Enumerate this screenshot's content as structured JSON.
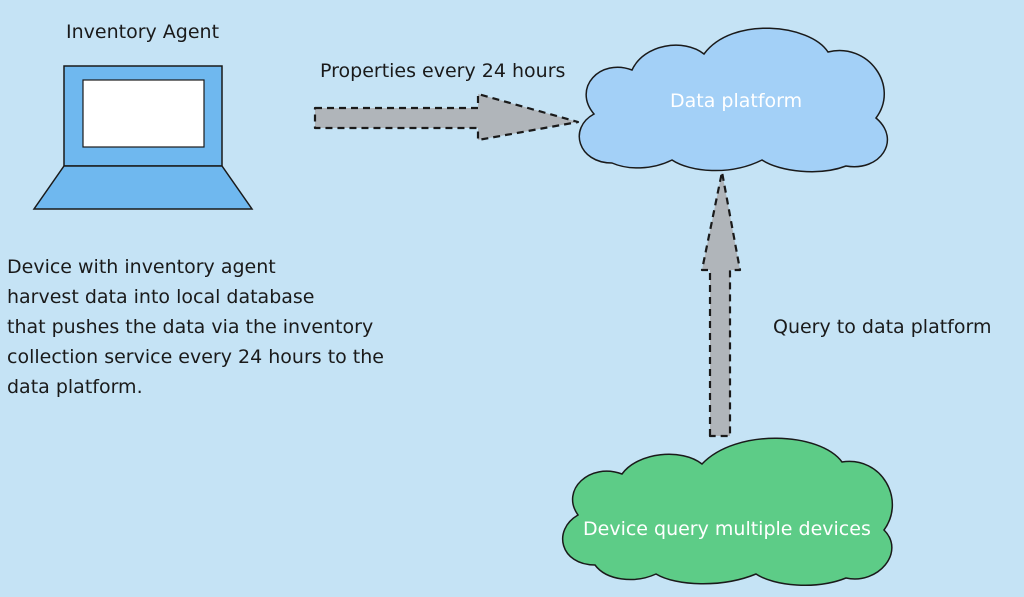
{
  "agent": {
    "title": "Inventory Agent",
    "description_lines": [
      "Device with inventory agent",
      "harvest data into local database",
      "that pushes the data via the inventory",
      "collection service every 24 hours to the",
      "data platform."
    ]
  },
  "arrows": {
    "push_label": "Properties every 24 hours",
    "query_label": "Query to data platform"
  },
  "clouds": {
    "data_platform": {
      "label": "Data platform",
      "fill": "#a3d0f7"
    },
    "device_query": {
      "label": "Device query multiple devices",
      "fill": "#5dcc87"
    }
  },
  "colors": {
    "background": "#c5e3f5",
    "laptop_blue": "#6fb8ef",
    "arrow_gray": "#b0b5ba"
  }
}
